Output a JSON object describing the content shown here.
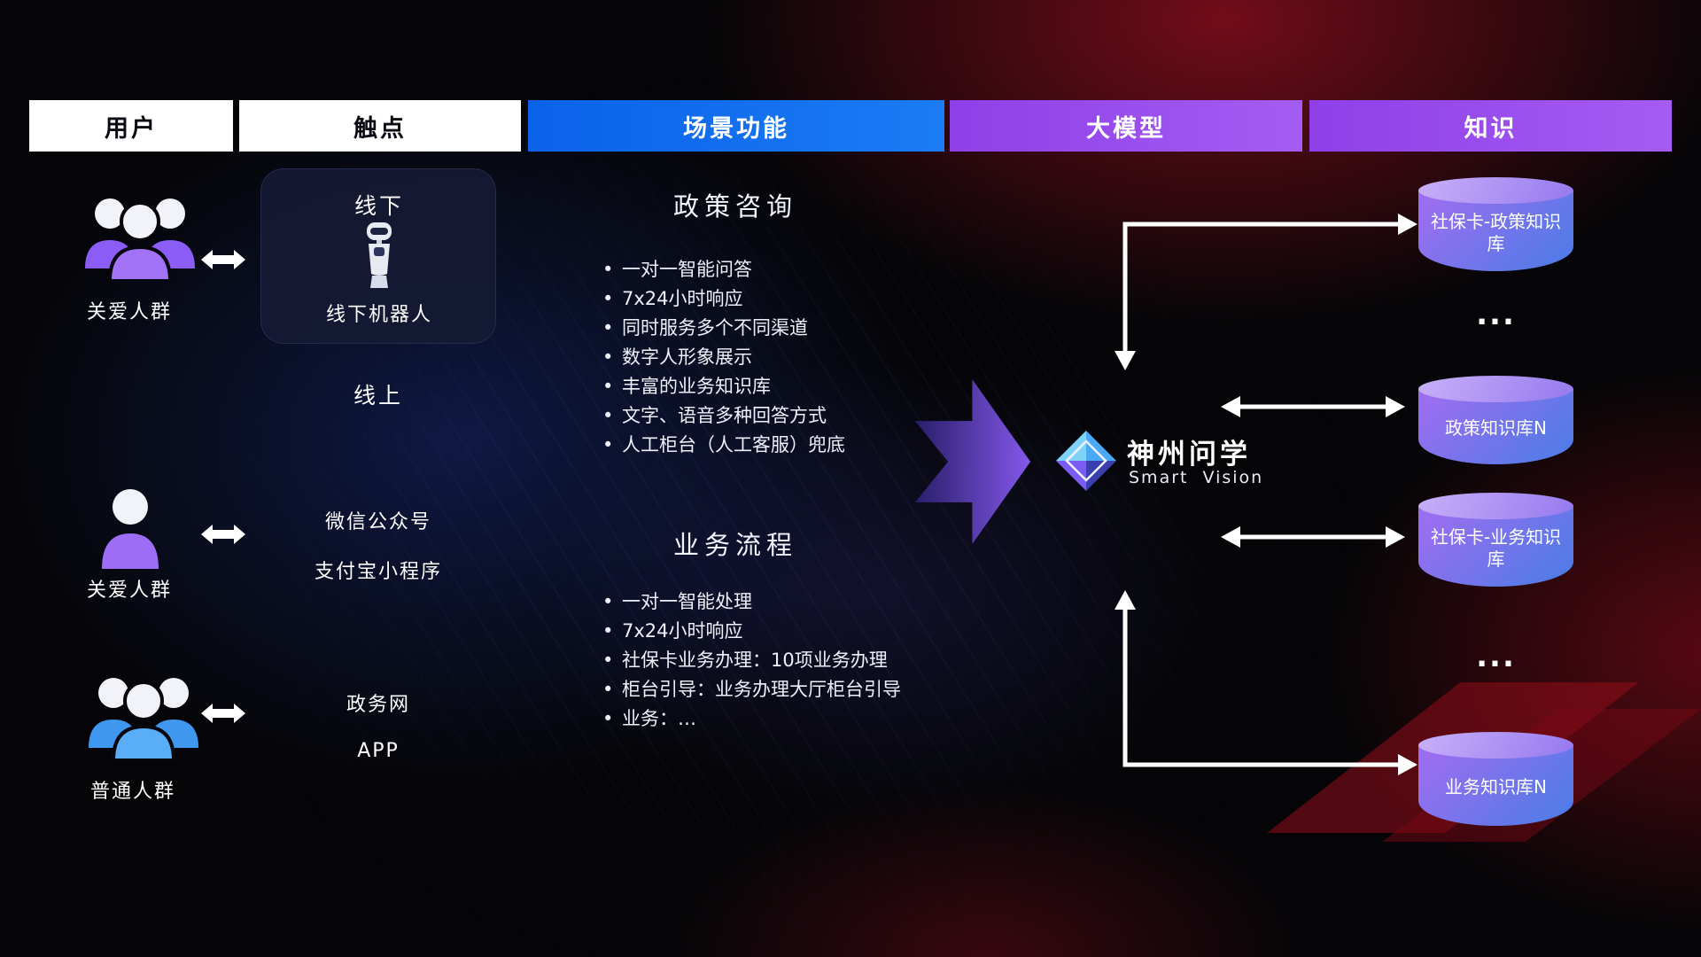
{
  "header": {
    "col_user": "用户",
    "col_touchpoint": "触点",
    "col_scene": "场景功能",
    "col_model": "大模型",
    "col_knowledge": "知识"
  },
  "users": [
    {
      "label": "关爱人群"
    },
    {
      "label": "关爱人群"
    },
    {
      "label": "普通人群"
    }
  ],
  "touchpoints": {
    "offline_title": "线下",
    "offline_robot_label": "线下机器人",
    "online_title": "线上",
    "items": [
      "微信公众号",
      "支付宝小程序",
      "政务网",
      "APP"
    ]
  },
  "scenes": [
    {
      "title": "政策咨询",
      "items": [
        "一对一智能问答",
        "7x24小时响应",
        "同时服务多个不同渠道",
        "数字人形象展示",
        "丰富的业务知识库",
        "文字、语音多种回答方式",
        "人工柜台（人工客服）兜底"
      ]
    },
    {
      "title": "业务流程",
      "items": [
        "一对一智能处理",
        "7x24小时响应",
        "社保卡业务办理：10项业务办理",
        "柜台引导：业务办理大厅柜台引导",
        "业务：…"
      ]
    }
  ],
  "brand": {
    "name": "神州问学",
    "subtitle": "Smart Vision"
  },
  "knowledge": {
    "items": [
      {
        "label": "社保卡-政策知识库"
      },
      {
        "label": "..."
      },
      {
        "label": "政策知识库N"
      },
      {
        "label": "社保卡-业务知识库"
      },
      {
        "label": "..."
      },
      {
        "label": "业务知识库N"
      }
    ]
  },
  "colors": {
    "scene_header_blue": "#0f6ff0",
    "model_header_purple": "#9b4df0",
    "cylinder_top": "#c9b0f8",
    "cylinder_body_from": "#9a6ef0",
    "cylinder_body_to": "#4d7ce6",
    "block_arrow_purple": "#8b5cf6",
    "background_red": "#ba1224",
    "background_blue": "#182c7e"
  }
}
